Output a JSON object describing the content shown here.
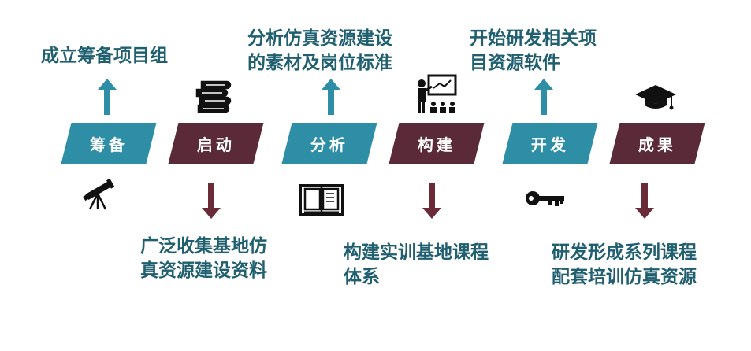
{
  "colors": {
    "teal": "#2e8ea6",
    "maroon": "#5a2a38",
    "text": "#1f5f6f",
    "arrow_up": "#2e8ea6",
    "arrow_down": "#6b2a38",
    "icon": "#111111"
  },
  "stages": [
    {
      "label": "筹备",
      "color": "teal"
    },
    {
      "label": "启动",
      "color": "maroon"
    },
    {
      "label": "分析",
      "color": "teal"
    },
    {
      "label": "构建",
      "color": "maroon"
    },
    {
      "label": "开发",
      "color": "teal"
    },
    {
      "label": "成果",
      "color": "maroon"
    }
  ],
  "descriptions": {
    "prepare": [
      "成立筹备项目组"
    ],
    "start": [
      "广泛收集基地仿",
      "真资源建设资料"
    ],
    "analyze": [
      "分析仿真资源建设",
      "的素材及岗位标准"
    ],
    "build": [
      "构建实训基地课程",
      "体系"
    ],
    "develop": [
      "开始研发相关项",
      "目资源软件"
    ],
    "result": [
      "研发形成系列课程",
      "配套培训仿真资源"
    ]
  },
  "icons": {
    "prepare": "telescope-icon",
    "start": "books-icon",
    "analyze": "open-book-icon",
    "build": "teacher-board-icon",
    "develop": "key-icon",
    "result": "graduation-cap-icon"
  }
}
